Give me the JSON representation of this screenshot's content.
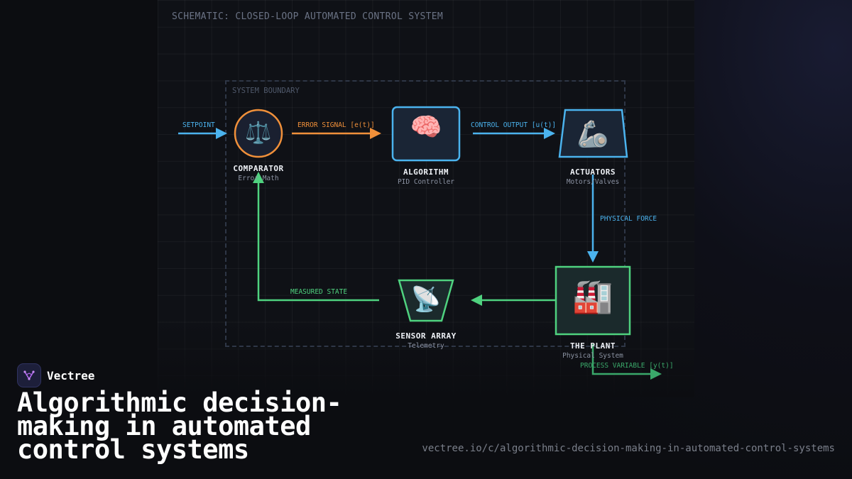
{
  "header": {
    "title": "SCHEMATIC: CLOSED-LOOP AUTOMATED CONTROL SYSTEM"
  },
  "boundary": {
    "label": "SYSTEM BOUNDARY"
  },
  "nodes": {
    "comparator": {
      "icon": "⚖️",
      "icon_name": "scales-icon",
      "title": "COMPARATOR",
      "subtitle": "Error Math",
      "color": "#f0903a"
    },
    "algorithm": {
      "icon": "🧠",
      "icon_name": "brain-icon",
      "title": "ALGORITHM",
      "subtitle": "PID Controller",
      "color": "#4bb3ee"
    },
    "actuators": {
      "icon": "🦾",
      "icon_name": "mechanical-arm-icon",
      "title": "ACTUATORS",
      "subtitle": "Motors/Valves",
      "color": "#4bb3ee"
    },
    "plant": {
      "icon": "🏭",
      "icon_name": "factory-icon",
      "title": "THE PLANT",
      "subtitle": "Physical System",
      "color": "#4fd27f"
    },
    "sensor": {
      "icon": "📡",
      "icon_name": "satellite-antenna-icon",
      "title": "SENSOR ARRAY",
      "subtitle": "Telemetry",
      "color": "#4fd27f"
    }
  },
  "edges": {
    "setpoint": "SETPOINT",
    "error_signal": "ERROR SIGNAL [e(t)]",
    "control_output": "CONTROL OUTPUT [u(t)]",
    "physical_force": "PHYSICAL FORCE",
    "measured_state": "MEASURED STATE",
    "process_variable": "PROCESS VARIABLE [y(t)]"
  },
  "brand": {
    "name": "Vectree",
    "logo_icon": "vectree-logo-icon",
    "accent": "#b36bf0"
  },
  "headline": "Algorithmic decision-making in automated control systems",
  "url": "vectree.io/c/algorithmic-decision-making-in-automated-control-systems",
  "colors": {
    "blue": "#4bb3ee",
    "orange": "#f0903a",
    "green": "#4fd27f",
    "background": "#0c0d11"
  }
}
